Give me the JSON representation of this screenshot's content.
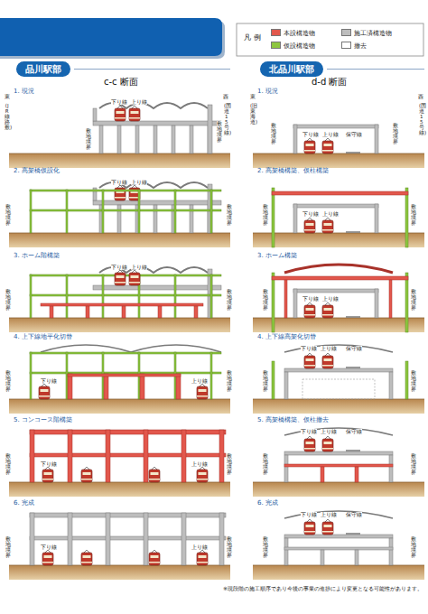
{
  "diagram": {
    "caption": "※現段階の施工順序であり今後の事業の進捗により変更となる可能性があります。",
    "nodes": [
      {
        "text": [
          "品川駅部"
        ]
      },
      {
        "text": [
          "北品川駅部"
        ]
      }
    ],
    "labels": [
      "凡 例",
      "c-c 断面",
      "d-d 断面",
      "1. 現況",
      "東",
      "(JR線路敷)",
      "西",
      "(国道15号線)",
      "下り線",
      "上り線",
      "敷地境界",
      "敷地境界",
      "2. 高架橋仮設化",
      "下り線",
      "上り線",
      "敷地境界",
      "敷地境界",
      "3. ホーム階構築",
      "下り線",
      "上り線",
      "敷地境界",
      "敷地境界",
      "4. 上下線地平化切替",
      "下り線",
      "上り線",
      "敷地境界",
      "敷地境界",
      "5. コンコース階構築",
      "下り線",
      "上り線",
      "敷地境界",
      "敷地境界",
      "6. 完成",
      "下り線",
      "上り線",
      "敷地境界",
      "敷地境界",
      "1. 現況",
      "東",
      "(旧東海道)",
      "西",
      "(国道15号線)",
      "下り線",
      "上り線",
      "保守線",
      "敷地境界",
      "敷地境界",
      "2. 高架橋構築、仮柱構築",
      "下り線",
      "上り線",
      "敷地境界",
      "敷地境界",
      "3. ホーム構築",
      "下り線",
      "上り線",
      "敷地境界",
      "敷地境界",
      "4. 上下線高架化切替",
      "下り線",
      "上り線",
      "保守線",
      "敷地境界",
      "敷地境界",
      "5. 高架橋構築、仮柱撤去",
      "下り線",
      "上り線",
      "保守線",
      "敷地境界",
      "敷地境界",
      "6. 完成",
      "下り線",
      "上り線",
      "保守線",
      "敷地境界",
      "敷地境界"
    ],
    "legend": [
      {
        "text": "本設構造物",
        "color": "#e2574c"
      },
      {
        "text": "仮設構造物",
        "color": "#8dc63f"
      },
      {
        "text": "施工済構造物",
        "color": "#bdbdbd"
      },
      {
        "text": "撤去",
        "color": "#ffffff"
      }
    ]
  }
}
